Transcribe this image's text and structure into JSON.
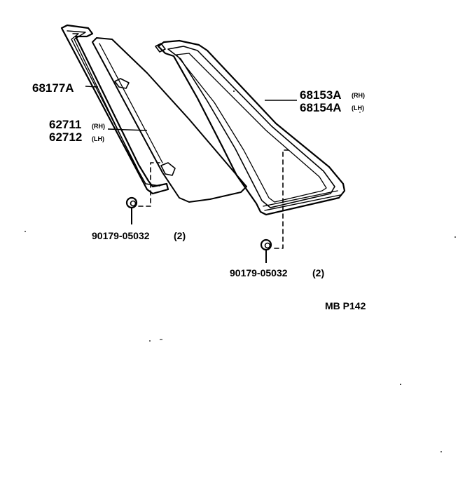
{
  "labels": {
    "moulding_left": "68177A",
    "glass_rh": "62711",
    "glass_rh_suffix": "(RH)",
    "glass_lh": "62712",
    "glass_lh_suffix": "(LH)",
    "frame_rh": "68153A",
    "frame_rh_suffix": "(RH)",
    "frame_lh": "68154A",
    "frame_lh_suffix": "(LH)",
    "nut_left": "90179-05032",
    "nut_left_qty": "(2)",
    "nut_right": "90179-05032",
    "nut_right_qty": "(2)",
    "figure_code": "MB P142"
  }
}
